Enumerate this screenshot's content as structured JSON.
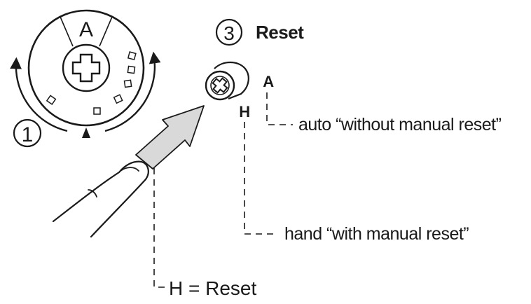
{
  "dial": {
    "letter": "A",
    "step_number": "1"
  },
  "reset": {
    "step_number": "3",
    "title": "Reset",
    "letter_a": "A",
    "letter_h": "H"
  },
  "legend": {
    "auto": "auto “without manual reset”",
    "hand": "hand “with manual reset”",
    "h_reset": "H = Reset"
  },
  "colors": {
    "line": "#1a1a1a",
    "arrow_fill": "#d9d9d9"
  }
}
